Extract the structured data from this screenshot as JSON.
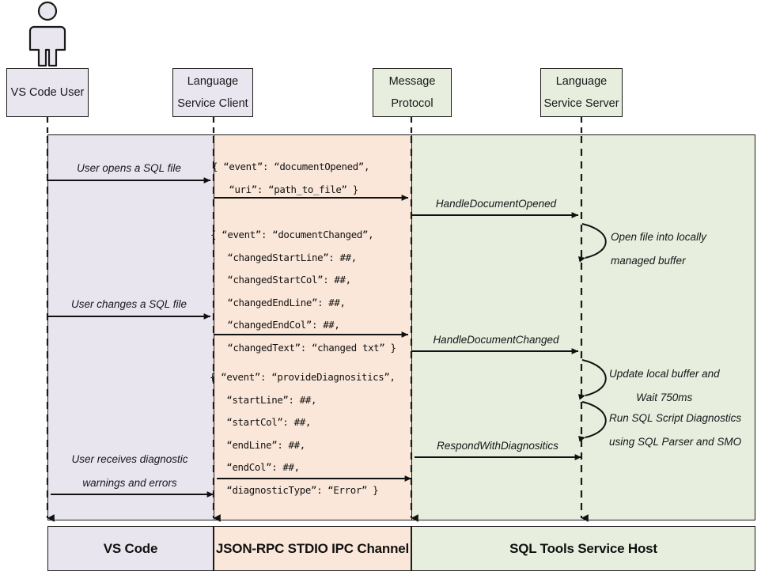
{
  "diagram": {
    "title": "SQL Tools Service sequence diagram",
    "colors": {
      "vscode_lane": "#e9e5ef",
      "ipc_lane": "#fbe7d9",
      "host_lane": "#e7eedd",
      "stroke": "#1a1a1a"
    }
  },
  "actor": {
    "name": "vs-code-user-actor"
  },
  "participants": [
    {
      "id": "vs-code-user",
      "line1": "VS Code User",
      "line2": "",
      "lane": "vscode"
    },
    {
      "id": "language-client",
      "line1": "Language",
      "line2": "Service Client",
      "lane": "vscode"
    },
    {
      "id": "message-protocol",
      "line1": "Message",
      "line2": "Protocol",
      "lane": "host"
    },
    {
      "id": "language-server",
      "line1": "Language",
      "line2": "Service Server",
      "lane": "host"
    }
  ],
  "lanes": [
    {
      "id": "lane-vscode",
      "label": "VS Code"
    },
    {
      "id": "lane-ipc",
      "label": "JSON-RPC STDIO IPC Channel"
    },
    {
      "id": "lane-host",
      "label": "SQL Tools Service Host"
    }
  ],
  "messages": [
    {
      "id": "user-opens-file",
      "label": "User opens a SQL file"
    },
    {
      "id": "handle-document-opened",
      "label": "HandleDocumentOpened"
    },
    {
      "id": "user-changes-file",
      "label": "User changes a SQL file"
    },
    {
      "id": "handle-document-changed",
      "label": "HandleDocumentChanged"
    },
    {
      "id": "respond-with-diagnositics",
      "label": "RespondWithDiagnositics"
    },
    {
      "id": "user-receives-diagnostics",
      "line1": "User receives diagnostic",
      "line2": "warnings and errors"
    }
  ],
  "notes": [
    {
      "id": "open-file-buffer",
      "line1": "Open file into locally",
      "line2": "managed buffer"
    },
    {
      "id": "update-buffer-wait",
      "line1": "Update local buffer and",
      "line2": "Wait 750ms"
    },
    {
      "id": "run-diagnostics",
      "line1": "Run SQL Script Diagnostics",
      "line2": "using SQL Parser and SMO"
    }
  ],
  "payloads": [
    {
      "id": "payload-document-opened",
      "lines": [
        "{ “event”: “documentOpened”,",
        "   “uri”: “path_to_file” }"
      ]
    },
    {
      "id": "payload-document-changed",
      "lines": [
        "{ “event”: “documentChanged”,",
        "   “changedStartLine”: ##,",
        "   “changedStartCol”: ##,",
        "   “changedEndLine”: ##,",
        "   “changedEndCol”: ##,",
        "   “changedText”: “changed txt” }"
      ]
    },
    {
      "id": "payload-provide-diagnositics",
      "lines": [
        "{ “event”: “provideDiagnositics”,",
        "   “startLine”: ##,",
        "   “startCol”: ##,",
        "   “endLine”: ##,",
        "   “endCol”: ##,",
        "   “diagnosticType”: “Error” }"
      ]
    }
  ]
}
